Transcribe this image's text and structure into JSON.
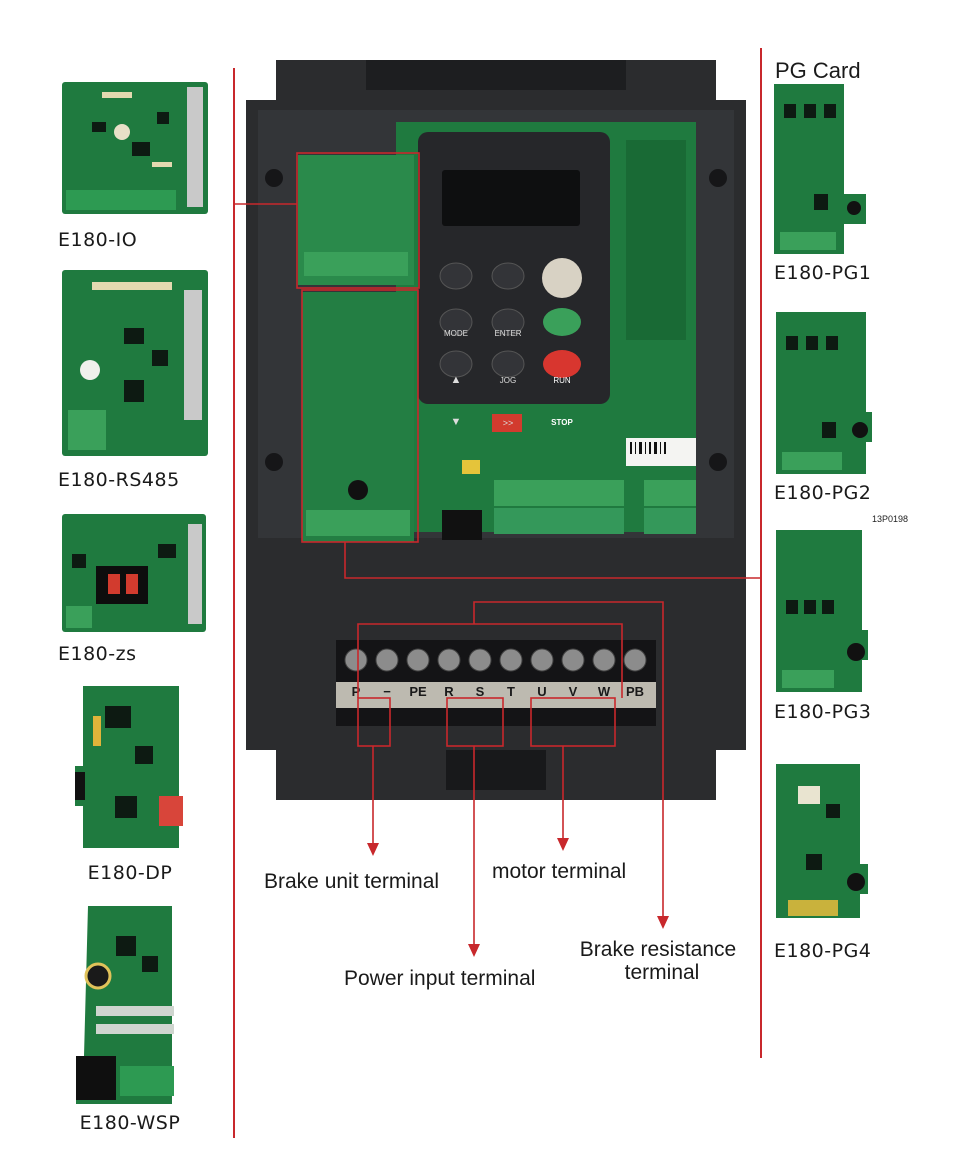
{
  "colors": {
    "accent": "#c8282c",
    "pcb": "#1f7a3f",
    "pcb_dark": "#135a2b",
    "housing": "#2b2c2e",
    "keypad": "#26272a"
  },
  "left_cards": [
    {
      "label": "E180-IO"
    },
    {
      "label": "E180-RS485"
    },
    {
      "label": "E180-zs"
    },
    {
      "label": "E180-DP"
    },
    {
      "label": "E180-WSP"
    }
  ],
  "right_heading": "PG Card",
  "right_cards": [
    {
      "label": "E180-PG1"
    },
    {
      "label": "E180-PG2"
    },
    {
      "label": "E180-PG3"
    },
    {
      "label": "E180-PG4"
    }
  ],
  "device": {
    "display_icon": "lcd-display-icon",
    "keypad_keys": [
      "MODE",
      "ENTER",
      "RUN",
      "▲",
      "JOG",
      "▼",
      ">>",
      "STOP"
    ],
    "terminal_labels": [
      "P",
      "−",
      "PE",
      "R",
      "S",
      "T",
      "U",
      "V",
      "W",
      "PB"
    ],
    "barcode_text": "13P0198"
  },
  "annotations": {
    "brake_unit": "Brake unit terminal",
    "motor": "motor terminal",
    "power_input": "Power input terminal",
    "brake_resistance_line1": "Brake resistance",
    "brake_resistance_line2": "terminal"
  }
}
